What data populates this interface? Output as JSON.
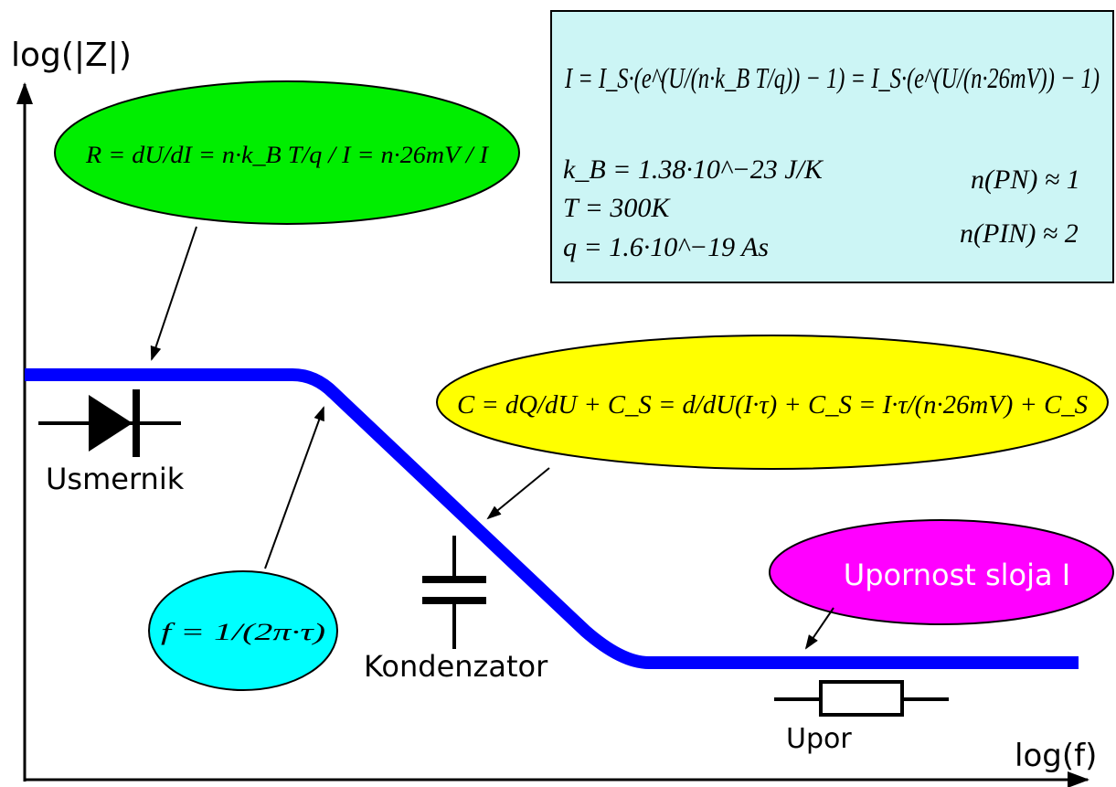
{
  "axes": {
    "y_label": "log(|Z|)",
    "x_label": "log(f)"
  },
  "components": {
    "diode_label": "Usmernik",
    "capacitor_label": "Kondenzator",
    "resistor_label": "Upor"
  },
  "bubbles": {
    "resistance_formula": "R = dU/dI = n·k_B T/q / I = n·26mV / I",
    "capacitance_formula": "C = dQ/dU + C_S = d/dU(I·τ) + C_S = I·τ/(n·26mV) + C_S",
    "frequency_formula": "f = 1/(2π·τ)",
    "layer_resistance": "Upornost sloja I"
  },
  "info_box": {
    "main_equation": "I = I_S·(e^(U/(n·k_B T/q)) − 1) = I_S·(e^(U/(n·26mV)) − 1)",
    "kb_line": "k_B = 1.38·10^−23 J/K",
    "t_line": "T = 300K",
    "q_line": "q = 1.6·10^−19 As",
    "n_pn_line": "n(PN) ≈ 1",
    "n_pin_line": "n(PIN) ≈ 2"
  },
  "colors": {
    "curve": "#0000ff",
    "green_bubble": "#00ee00",
    "yellow_bubble": "#ffff00",
    "cyan_bubble": "#00ffff",
    "magenta_bubble": "#ff00ff",
    "info_box_bg": "#ccf5f5"
  }
}
